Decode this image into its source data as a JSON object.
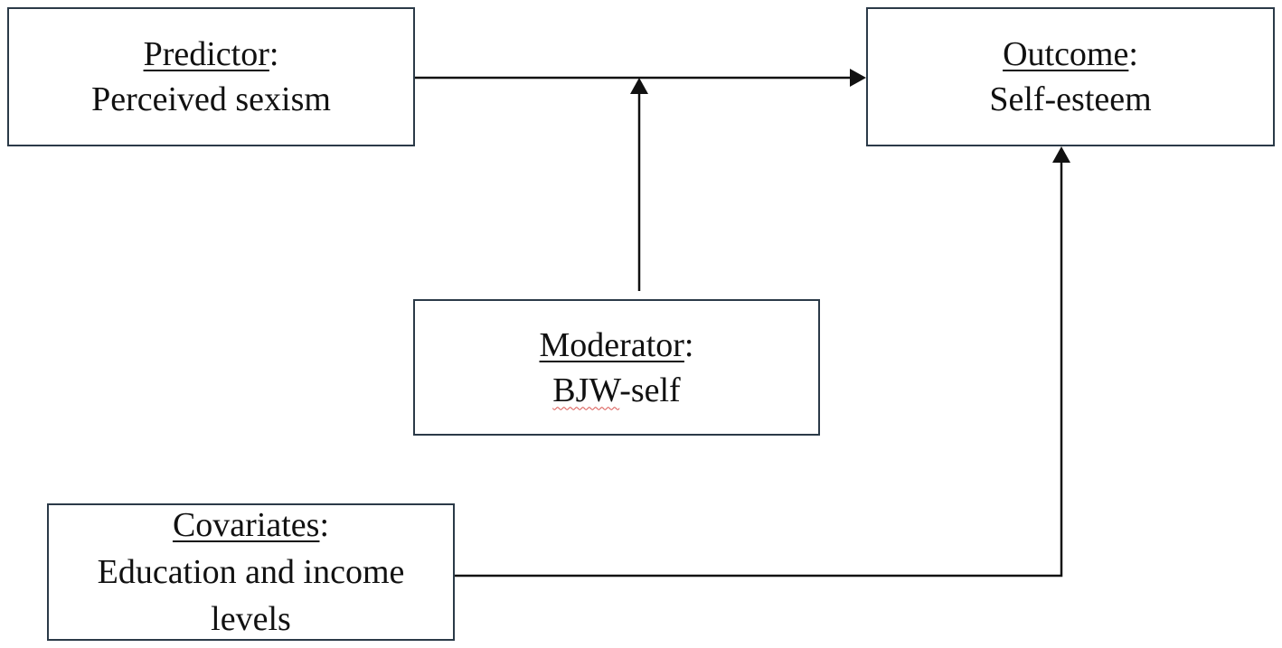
{
  "diagram": {
    "predictor": {
      "heading": "Predictor",
      "colon": ":",
      "text": "Perceived sexism"
    },
    "outcome": {
      "heading": "Outcome",
      "colon": ":",
      "text": "Self-esteem"
    },
    "moderator": {
      "heading": "Moderator",
      "colon": ":",
      "text_flagged": "BJW",
      "text_rest": "-self"
    },
    "covariates": {
      "heading": "Covariates",
      "colon": ":",
      "text": "Education and income levels"
    },
    "colors": {
      "border": "#2b3a48",
      "arrow": "#111111",
      "spellcheck": "#d9534f"
    }
  }
}
